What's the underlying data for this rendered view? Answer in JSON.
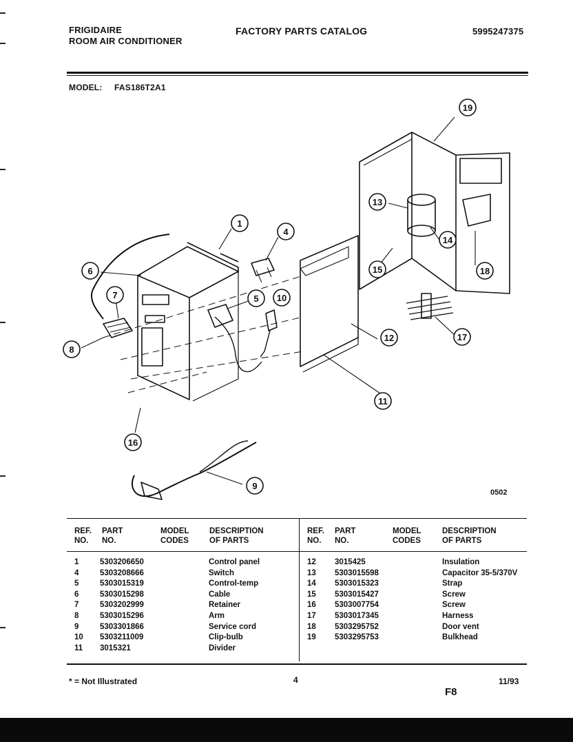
{
  "header": {
    "brand": "FRIGIDAIRE",
    "product": "ROOM AIR CONDITIONER",
    "catalog_title": "FACTORY PARTS CATALOG",
    "doc_number": "5995247375",
    "model_label": "MODEL:",
    "model_value": "FAS186T2A1"
  },
  "diagram": {
    "callouts": [
      "1",
      "4",
      "5",
      "6",
      "7",
      "8",
      "9",
      "10",
      "11",
      "12",
      "13",
      "14",
      "15",
      "16",
      "17",
      "18",
      "19"
    ],
    "code": "0502"
  },
  "table": {
    "headers": {
      "ref": "REF.",
      "no": "NO.",
      "part": "PART",
      "part_no": "NO.",
      "model": "MODEL",
      "codes": "CODES",
      "desc": "DESCRIPTION",
      "of_parts": "OF PARTS"
    },
    "left": [
      {
        "ref": "1",
        "part": "5303206650",
        "desc": "Control panel"
      },
      {
        "ref": "4",
        "part": "5303208666",
        "desc": "Switch"
      },
      {
        "ref": "5",
        "part": "5303015319",
        "desc": "Control-temp"
      },
      {
        "ref": "6",
        "part": "5303015298",
        "desc": "Cable"
      },
      {
        "ref": "7",
        "part": "5303202999",
        "desc": "Retainer"
      },
      {
        "ref": "8",
        "part": "5303015296",
        "desc": "Arm"
      },
      {
        "ref": "9",
        "part": "5303301866",
        "desc": "Service cord"
      },
      {
        "ref": "10",
        "part": "5303211009",
        "desc": "Clip-bulb"
      },
      {
        "ref": "11",
        "part": "3015321",
        "desc": "Divider"
      }
    ],
    "right": [
      {
        "ref": "12",
        "part": "3015425",
        "desc": "Insulation"
      },
      {
        "ref": "13",
        "part": "5303015598",
        "desc": "Capacitor 35-5/370V"
      },
      {
        "ref": "14",
        "part": "5303015323",
        "desc": "Strap"
      },
      {
        "ref": "15",
        "part": "5303015427",
        "desc": "Screw"
      },
      {
        "ref": "16",
        "part": "5303007754",
        "desc": "Screw"
      },
      {
        "ref": "17",
        "part": "5303017345",
        "desc": "Harness"
      },
      {
        "ref": "18",
        "part": "5303295752",
        "desc": "Door vent"
      },
      {
        "ref": "19",
        "part": "5303295753",
        "desc": "Bulkhead"
      }
    ]
  },
  "footer": {
    "note": "* = Not Illustrated",
    "page": "4",
    "date": "11/93",
    "section": "F8"
  }
}
